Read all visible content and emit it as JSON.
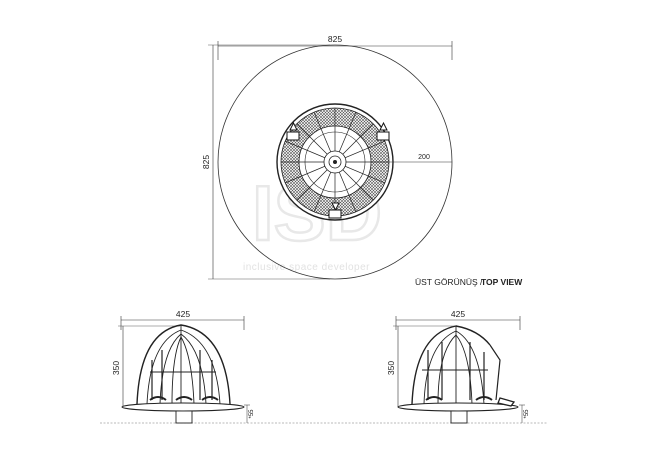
{
  "watermark": {
    "logo": "ISD",
    "tagline": "inclusive space developer"
  },
  "top_view": {
    "caption_tr": "ÜST GÖRÜNÜŞ /",
    "caption_en": "TOP VIEW",
    "width_label": "825",
    "height_label": "825",
    "radius_label": "200"
  },
  "front_view": {
    "width_label": "425",
    "height_label": "350",
    "base_label": "*55"
  },
  "side_view": {
    "width_label": "425",
    "height_label": "350",
    "base_label": "*55"
  }
}
